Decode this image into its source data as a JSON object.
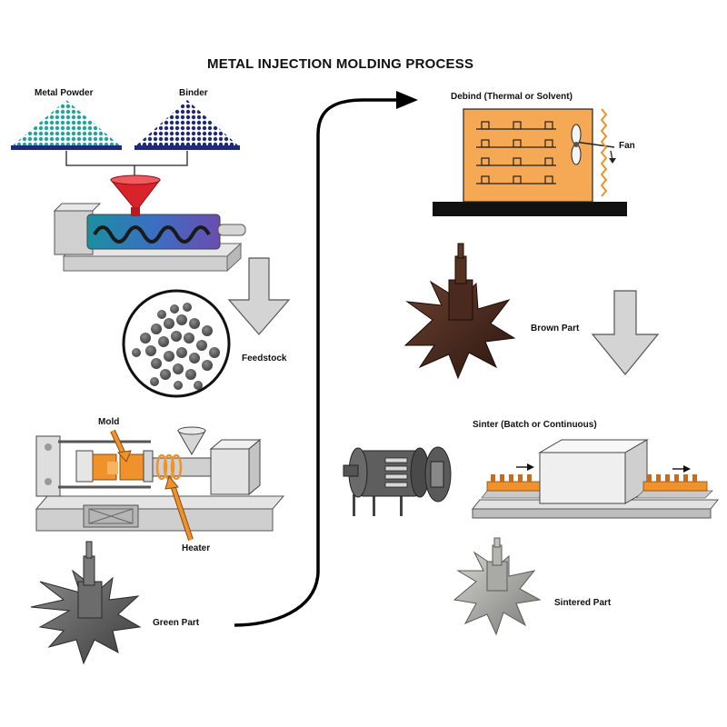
{
  "title": "METAL INJECTION MOLDING PROCESS",
  "labels": {
    "metal_powder": "Metal Powder",
    "binder": "Binder",
    "feedstock": "Feedstock",
    "mold": "Mold",
    "heater": "Heater",
    "green_part": "Green Part",
    "debind": "Debind (Thermal or Solvent)",
    "fan": "Fan",
    "brown_part": "Brown Part",
    "sinter": "Sinter (Batch or Continuous)",
    "sintered_part": "Sintered Part"
  },
  "colors": {
    "metal_powder": "#1fa79a",
    "binder": "#1f2a78",
    "hopper": "#d8232a",
    "accent_orange": "#f0922b",
    "machine_gray": "#c8c8c8",
    "arrow_gray": "#d4d4d4",
    "brown_part": "#3e2318",
    "green_part": "#5e5e5e",
    "sintered_part": "#a8a8a4",
    "flow_arrow": "#000000"
  }
}
